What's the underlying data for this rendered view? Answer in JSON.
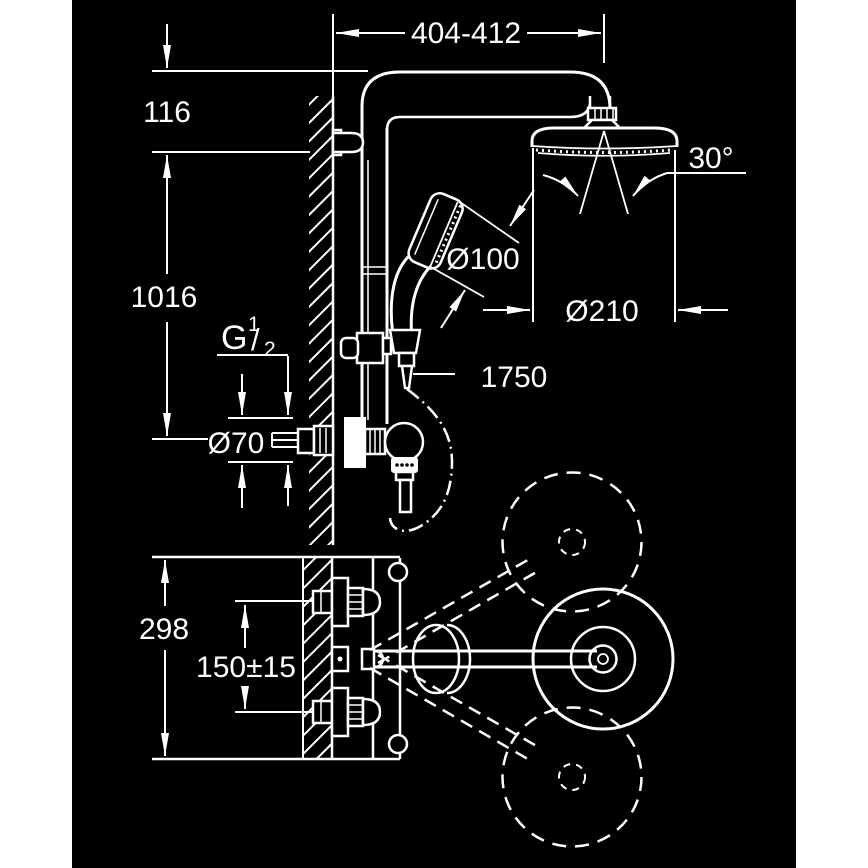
{
  "colors": {
    "page_background": "#ffffff",
    "drawing_background": "#000000",
    "line": "#ffffff"
  },
  "labels": {
    "top_width": "404-412",
    "head_drop": "116",
    "rail_height": "1016",
    "spray_angle": "30°",
    "hand_shower_diameter": "Ø100",
    "head_shower_diameter": "Ø210",
    "hose_length": "1750",
    "escutcheon_diameter": "Ø70",
    "thread": {
      "letter": "G",
      "numerator": "1",
      "slash": "/",
      "denominator": "2"
    },
    "plan_depth": "298",
    "supply_spacing": "150±15"
  }
}
